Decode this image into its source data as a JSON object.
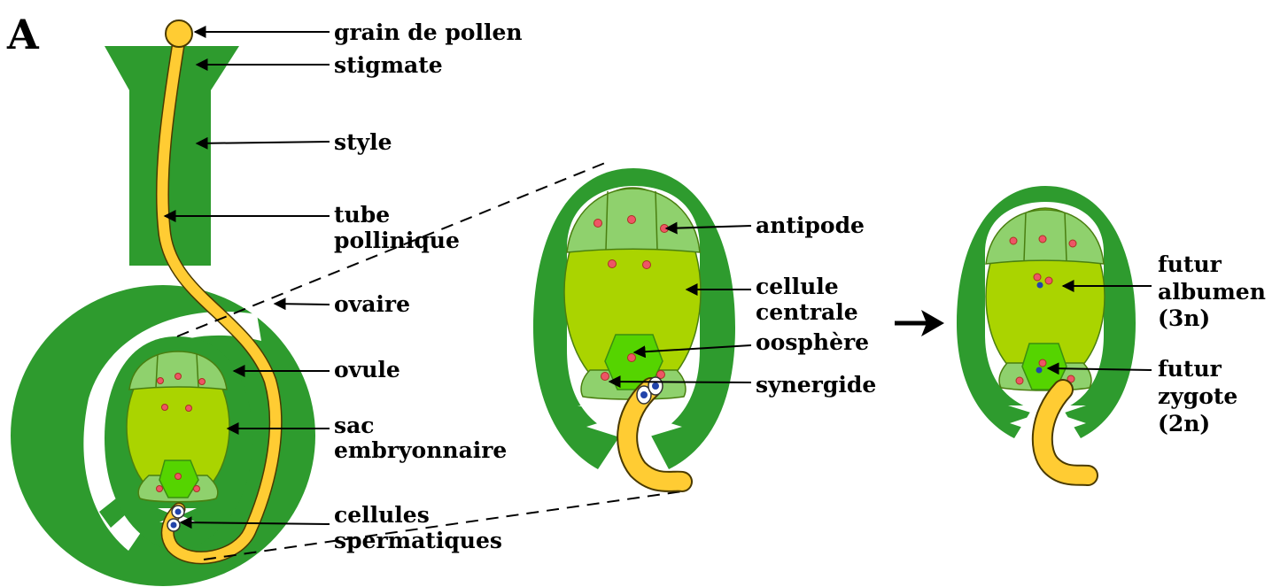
{
  "panel_letter": "A",
  "colors": {
    "dark_green": "#2e9b2e",
    "light_green": "#8fd16d",
    "central_cell": "#aad400",
    "egg_cell": "#55d400",
    "pollen_tube": "#ffcc33",
    "nucleus_red": "#ee5566",
    "sperm_blue": "#2244aa"
  },
  "labels": {
    "grain_de_pollen": "grain de pollen",
    "stigmate": "stigmate",
    "style": "style",
    "tube_line1": "tube",
    "tube_line2": "pollinique",
    "ovaire": "ovaire",
    "ovule": "ovule",
    "sac_line1": "sac",
    "sac_line2": "embryonnaire",
    "cellules_line1": "cellules",
    "cellules_line2": "spermatiques",
    "antipode": "antipode",
    "centrale_line1": "cellule",
    "centrale_line2": "centrale",
    "oosphere": "oosphère",
    "synergide": "synergide",
    "albumen_line1": "futur",
    "albumen_line2": "albumen",
    "albumen_line3": "(3n)",
    "zygote_line1": "futur",
    "zygote_line2": "zygote",
    "zygote_line3": "(2n)"
  }
}
